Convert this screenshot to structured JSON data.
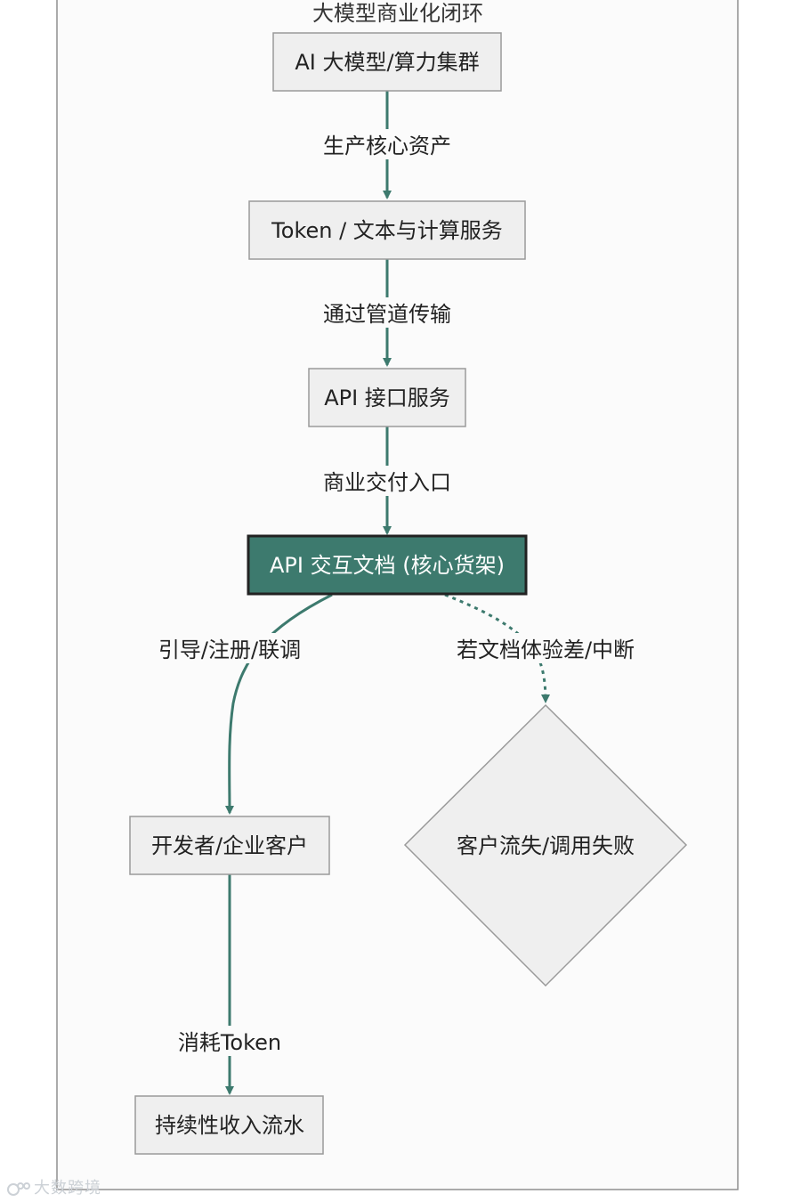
{
  "diagram": {
    "title": "大模型商业化闭环",
    "nodes": {
      "cluster": "AI 大模型/算力集群",
      "token": "Token / 文本与计算服务",
      "api": "API 接口服务",
      "docs": "API 交互文档 (核心货架)",
      "customer": "开发者/企业客户",
      "loss": "客户流失/调用失败",
      "revenue": "持续性收入流水"
    },
    "edges": {
      "e1": "生产核心资产",
      "e2": "通过管道传输",
      "e3": "商业交付入口",
      "e4": "引导/注册/联调",
      "e5": "若文档体验差/中断",
      "e6": "消耗Token"
    },
    "colors": {
      "accent": "#3d7a6e",
      "highlight_fill": "#3d7a6e",
      "node_fill": "#efefef",
      "node_stroke": "#9a9a9a",
      "frame_stroke": "#8f8f8f"
    }
  },
  "watermark": "大数跨境"
}
